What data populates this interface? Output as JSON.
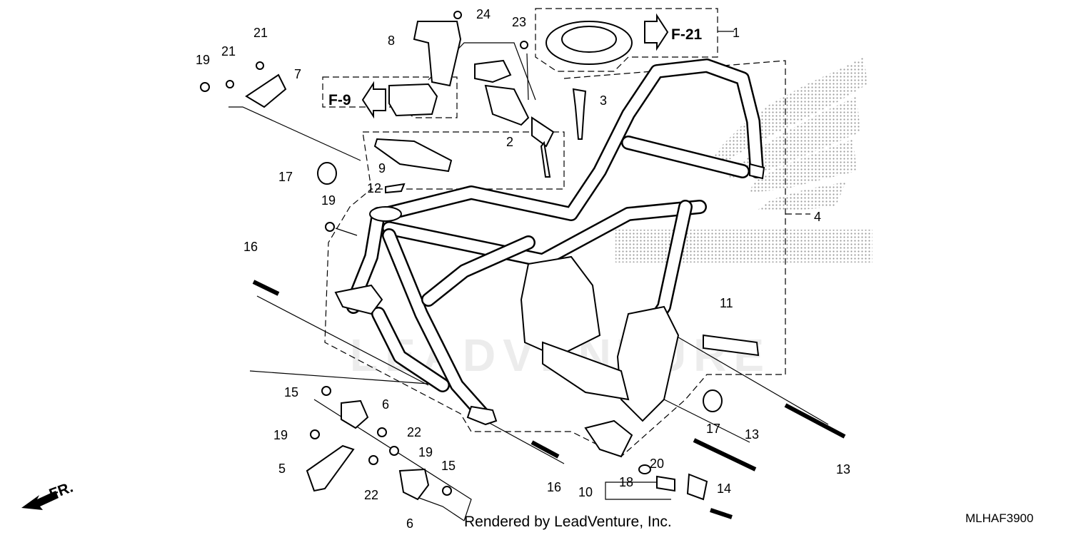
{
  "labels": [
    "1",
    "2",
    "3",
    "4",
    "5",
    "6",
    "6",
    "7",
    "8",
    "9",
    "10",
    "11",
    "12",
    "13",
    "13",
    "14",
    "15",
    "15",
    "16",
    "16",
    "17",
    "17",
    "18",
    "19",
    "19",
    "19",
    "19",
    "20",
    "21",
    "21",
    "22",
    "22",
    "23",
    "24"
  ],
  "refs": {
    "f21": "F-21",
    "f9": "F-9",
    "front": "FR."
  },
  "watermark": "LEADVENTURE",
  "credit": "Rendered by LeadVenture, Inc.",
  "diagram_code": "MLHAF3900"
}
